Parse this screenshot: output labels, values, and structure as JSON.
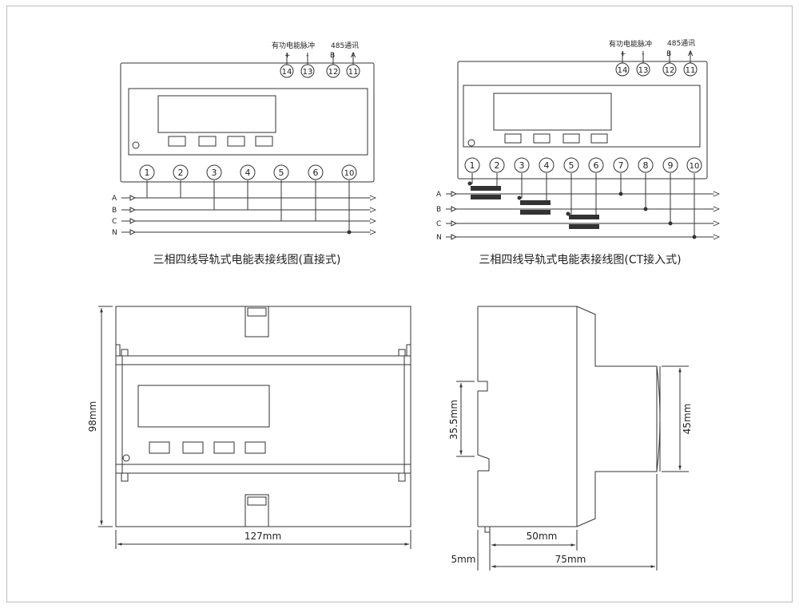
{
  "top_left": {
    "pulse_label": "有功电能脉冲",
    "comm_label": "485通讯",
    "sign_plus": "+",
    "sign_minus": "-",
    "sign_b": "B",
    "sign_a": "A",
    "top_terminals": [
      "14",
      "13",
      "12",
      "11"
    ],
    "bottom_terminals": [
      "1",
      "2",
      "3",
      "4",
      "5",
      "6",
      "10"
    ],
    "lines": [
      "A",
      "B",
      "C",
      "N"
    ],
    "caption": "三相四线导轨式电能表接线图(直接式)"
  },
  "top_right": {
    "pulse_label": "有功电能脉冲",
    "comm_label": "485通讯",
    "sign_plus": "+",
    "sign_minus": "-",
    "sign_b": "B",
    "sign_a": "A",
    "top_terminals": [
      "14",
      "13",
      "12",
      "11"
    ],
    "bottom_terminals": [
      "1",
      "2",
      "3",
      "4",
      "5",
      "6",
      "7",
      "8",
      "9",
      "10"
    ],
    "lines": [
      "A",
      "B",
      "C",
      "N"
    ],
    "caption": "三相四线导轨式电能表接线图(CT接入式)"
  },
  "front_view": {
    "height_label": "98mm",
    "width_label": "127mm"
  },
  "side_view": {
    "rail_label": "35.5mm",
    "front_height_label": "45mm",
    "depth_front_label": "50mm",
    "total_depth_label": "75mm",
    "offset_label": "5mm"
  }
}
